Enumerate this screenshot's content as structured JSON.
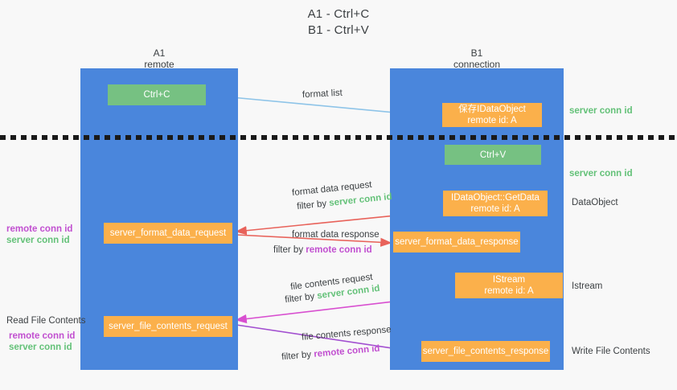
{
  "title": {
    "line1": "A1 - Ctrl+C",
    "line2": "B1 - Ctrl+V"
  },
  "lanes": [
    {
      "id": "a1",
      "header_top": "A1",
      "header_bottom": "remote"
    },
    {
      "id": "b1",
      "header_top": "B1",
      "header_bottom": "connection"
    }
  ],
  "nodes": {
    "ctrl_c": {
      "line1": "Ctrl+C",
      "line2": ""
    },
    "ctrl_v": {
      "line1": "Ctrl+V",
      "line2": ""
    },
    "save_idataobject": {
      "line1": "保存IDataObject",
      "line2": "remote id: A"
    },
    "getdata": {
      "line1": "IDataObject::GetData",
      "line2": "remote id: A"
    },
    "istream": {
      "line1": "IStream",
      "line2": "remote id: A"
    },
    "server_format_data_request": {
      "line1": "server_format_data_request",
      "line2": ""
    },
    "server_format_data_response": {
      "line1": "server_format_data_response",
      "line2": ""
    },
    "server_file_contents_request": {
      "line1": "server_file_contents_request",
      "line2": ""
    },
    "server_file_contents_response": {
      "line1": "server_file_contents_response",
      "line2": ""
    }
  },
  "edge_labels": {
    "format_list": "format list",
    "format_data_request": "format data request",
    "format_data_request_filter_prefix": "filter by ",
    "format_data_request_filter_key": "server conn id",
    "format_data_response": "format data response",
    "format_data_response_filter_prefix": "filter by ",
    "format_data_response_filter_key": "remote conn id",
    "file_contents_request": "file contents request",
    "file_contents_request_filter_prefix": "filter by ",
    "file_contents_request_filter_key": "server conn id",
    "file_contents_response": "file contents response",
    "file_contents_response_filter_prefix": "filter by ",
    "file_contents_response_filter_key": "remote conn id"
  },
  "right_labels": {
    "server_conn_id_top": "server conn id",
    "server_conn_id_mid": "server conn id",
    "dataobject": "DataObject",
    "istream": "Istream",
    "write_file_contents": "Write File Contents"
  },
  "left_labels": {
    "remote_conn_id_1": "remote conn id",
    "server_conn_id_1": "server conn id",
    "read_file_contents": "Read File Contents",
    "remote_conn_id_2": "remote conn id",
    "server_conn_id_2": "server conn id"
  },
  "colors": {
    "lane": "#4a86dc",
    "orange": "#fbb04b",
    "green_box": "#76c182",
    "green_text": "#63c178",
    "purple_text": "#c14fd0",
    "arrow_blue": "#8ec4e8",
    "arrow_red": "#e8625a",
    "arrow_magenta": "#d84fd0",
    "arrow_purple": "#a24fd0",
    "arrow_black": "#111111",
    "background": "#f8f8f8",
    "text": "#3c4043"
  }
}
